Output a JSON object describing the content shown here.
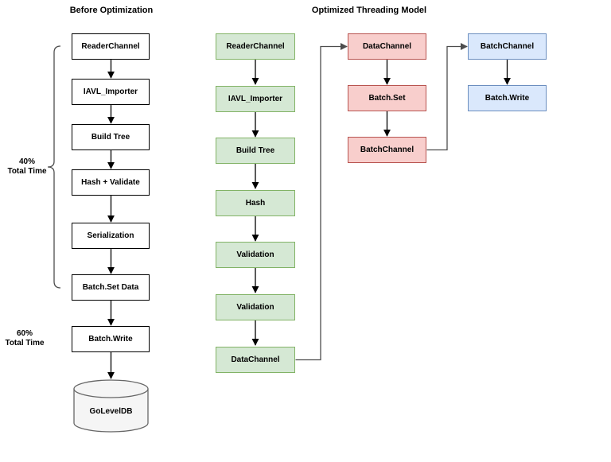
{
  "diagram": {
    "before": {
      "title": "Before Optimization",
      "nodes": [
        "ReaderChannel",
        "IAVL_Importer",
        "Build Tree",
        "Hash + Validate",
        "Serialization",
        "Batch.Set Data",
        "Batch.Write"
      ],
      "database": "GoLevelDB",
      "time_labels": [
        {
          "percent": "40%",
          "caption": "Total Time"
        },
        {
          "percent": "60%",
          "caption": "Total Time"
        }
      ]
    },
    "optimized": {
      "title": "Optimized Threading Model",
      "reader_thread": [
        "ReaderChannel",
        "IAVL_Importer",
        "Build Tree",
        "Hash",
        "Validation",
        "Validation",
        "DataChannel"
      ],
      "batch_thread": [
        "DataChannel",
        "Batch.Set",
        "BatchChannel"
      ],
      "write_thread": [
        "BatchChannel",
        "Batch.Write"
      ]
    },
    "colors": {
      "white_fill": "#ffffff",
      "white_border": "#000000",
      "green_fill": "#d5e8d4",
      "green_border": "#82b366",
      "red_fill": "#f8cecc",
      "red_border": "#b85450",
      "blue_fill": "#dae8fc",
      "blue_border": "#6c8ebf",
      "db_fill": "#f5f5f5",
      "db_border": "#666666",
      "arrow": "#000000",
      "connector": "#4d4d4d"
    }
  }
}
